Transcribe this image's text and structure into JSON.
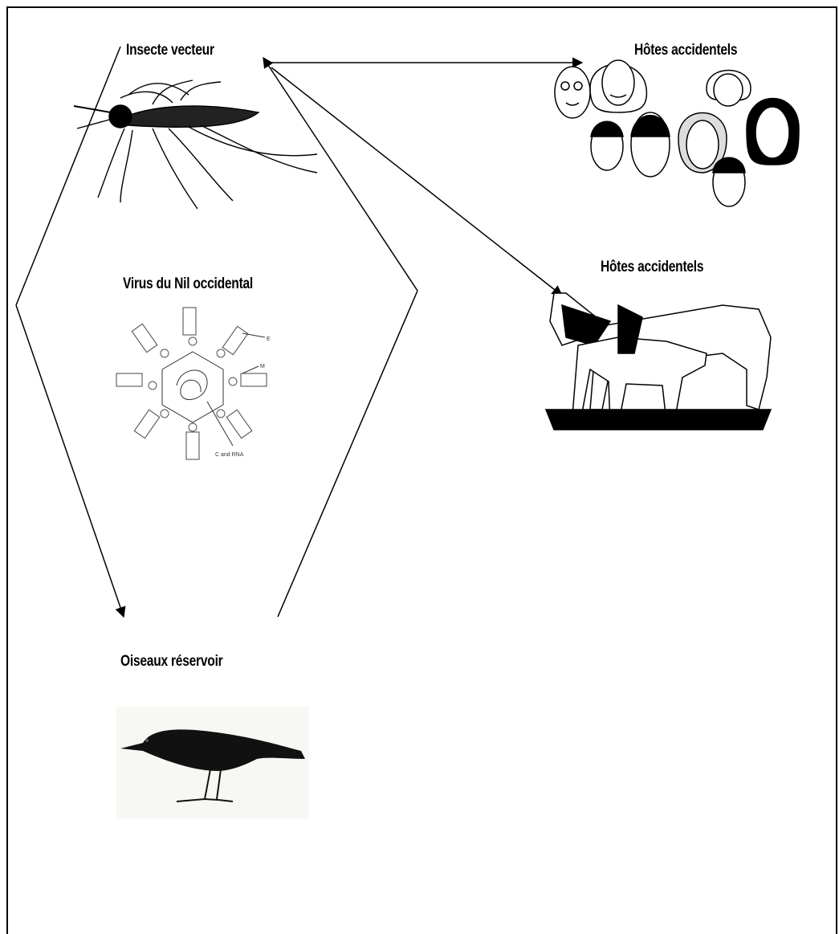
{
  "labels": {
    "vector": "Insecte vecteur",
    "hosts_humans": "Hôtes accidentels",
    "virus": "Virus du Nil occidental",
    "hosts_horses": "Hôtes accidentels",
    "reservoir": "Oiseaux réservoir"
  },
  "virus_figure": {
    "label_e": "E",
    "label_m": "M",
    "label_c": "C and RNA"
  },
  "colors": {
    "line": "#000000",
    "background": "#ffffff"
  }
}
